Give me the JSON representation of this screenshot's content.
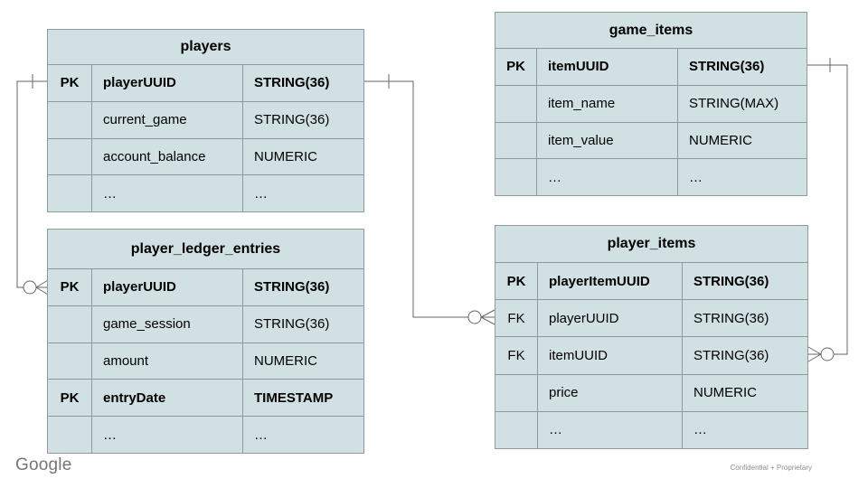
{
  "diagram": {
    "colors": {
      "table_fill": "#d0e0e3",
      "table_border": "#8f9a9d",
      "relationship_line": "#666666",
      "text": "#000000"
    },
    "tables": [
      {
        "id": "players",
        "title": "players",
        "rows": [
          {
            "key": "PK",
            "name": "playerUUID",
            "type": "STRING(36)",
            "bold": true
          },
          {
            "key": "",
            "name": "current_game",
            "type": "STRING(36)",
            "bold": false
          },
          {
            "key": "",
            "name": "account_balance",
            "type": "NUMERIC",
            "bold": false
          },
          {
            "key": "",
            "name": "…",
            "type": "…",
            "bold": false
          }
        ]
      },
      {
        "id": "game_items",
        "title": "game_items",
        "rows": [
          {
            "key": "PK",
            "name": "itemUUID",
            "type": "STRING(36)",
            "bold": true
          },
          {
            "key": "",
            "name": "item_name",
            "type": "STRING(MAX)",
            "bold": false
          },
          {
            "key": "",
            "name": "item_value",
            "type": "NUMERIC",
            "bold": false
          },
          {
            "key": "",
            "name": "…",
            "type": "…",
            "bold": false
          }
        ]
      },
      {
        "id": "player_ledger_entries",
        "title": "player_ledger_entries",
        "rows": [
          {
            "key": "PK",
            "name": "playerUUID",
            "type": "STRING(36)",
            "bold": true
          },
          {
            "key": "",
            "name": "game_session",
            "type": "STRING(36)",
            "bold": false
          },
          {
            "key": "",
            "name": "amount",
            "type": "NUMERIC",
            "bold": false
          },
          {
            "key": "PK",
            "name": "entryDate",
            "type": "TIMESTAMP",
            "bold": true
          },
          {
            "key": "",
            "name": "…",
            "type": "…",
            "bold": false
          }
        ]
      },
      {
        "id": "player_items",
        "title": "player_items",
        "rows": [
          {
            "key": "PK",
            "name": "playerItemUUID",
            "type": "STRING(36)",
            "bold": true
          },
          {
            "key": "FK",
            "name": "playerUUID",
            "type": "STRING(36)",
            "bold": false
          },
          {
            "key": "FK",
            "name": "itemUUID",
            "type": "STRING(36)",
            "bold": false
          },
          {
            "key": "",
            "name": "price",
            "type": "NUMERIC",
            "bold": false
          },
          {
            "key": "",
            "name": "…",
            "type": "…",
            "bold": false
          }
        ]
      }
    ],
    "relationships": [
      {
        "from_table": "players",
        "from_column": "playerUUID",
        "from_cardinality": "one",
        "to_table": "player_ledger_entries",
        "to_column": "playerUUID",
        "to_cardinality": "zero-or-many"
      },
      {
        "from_table": "players",
        "from_column": "playerUUID",
        "from_cardinality": "one",
        "to_table": "player_items",
        "to_column": "playerUUID",
        "to_cardinality": "zero-or-many"
      },
      {
        "from_table": "game_items",
        "from_column": "itemUUID",
        "from_cardinality": "one",
        "to_table": "player_items",
        "to_column": "itemUUID",
        "to_cardinality": "zero-or-many"
      }
    ]
  },
  "footer": {
    "logo_text": "Google",
    "note": "Confidential + Proprietary"
  }
}
